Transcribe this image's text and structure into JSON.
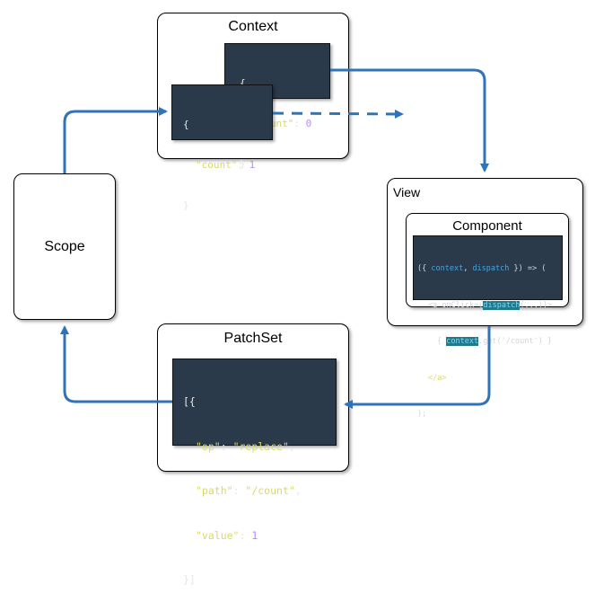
{
  "context": {
    "title": "Context",
    "old_state": {
      "open": "{",
      "key": "\"count\"",
      "sep": ": ",
      "value": "0",
      "close": "}"
    },
    "new_state": {
      "open": "{",
      "key": "\"count\"",
      "sep": ": ",
      "value": "1",
      "close": "}"
    }
  },
  "view": {
    "title": "View",
    "component": {
      "title": "Component",
      "line1": {
        "a": "({ ",
        "b": "context",
        "c": ", ",
        "d": "dispatch",
        "e": " }) => ("
      },
      "line2": {
        "a": "<a onClick={",
        "b": "dispatch",
        "c": "(...)}>"
      },
      "line3": {
        "a": "{ ",
        "b": "context",
        "c": ".get('/count') }"
      },
      "line4": "</a>",
      "line5": ");"
    }
  },
  "patchset": {
    "title": "PatchSet",
    "open": "[{",
    "op_key": "\"op\"",
    "op_value": "\"replace\"",
    "path_key": "\"path\"",
    "path_value": "\"/count\"",
    "value_key": "\"value\"",
    "value_value": "1",
    "close": "}]"
  },
  "scope": {
    "title": "Scope"
  },
  "colors": {
    "arrow": "#2f73b8",
    "code_bg": "#2b3a4b"
  }
}
